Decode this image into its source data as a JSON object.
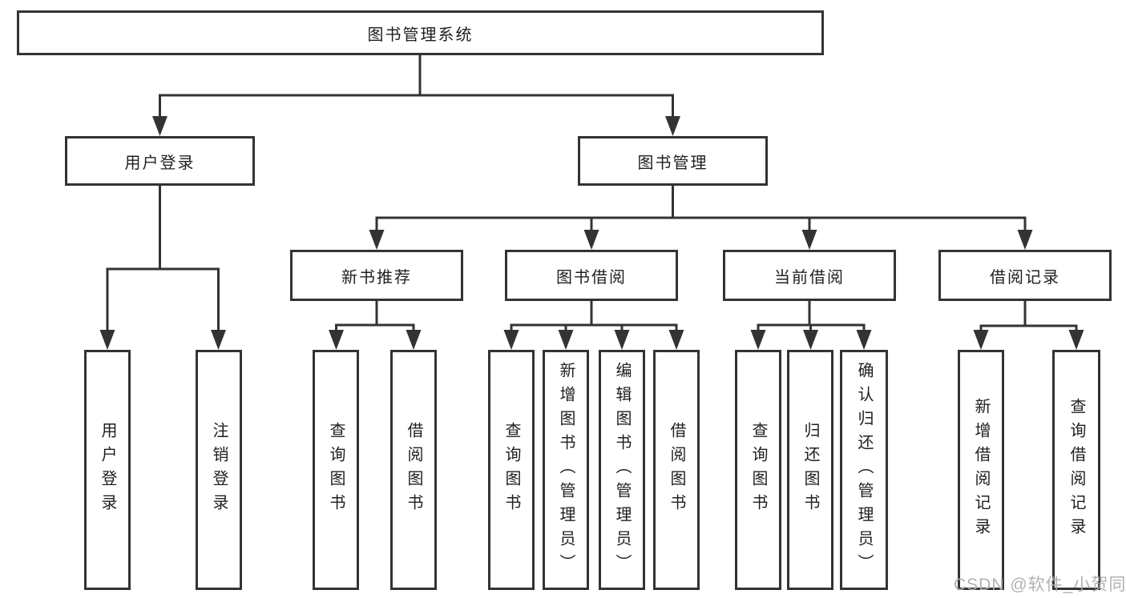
{
  "diagram": {
    "root": {
      "label": "图书管理系统"
    },
    "branches": [
      {
        "label": "用户登录",
        "children": [
          {
            "label": "用户登录"
          },
          {
            "label": "注销登录"
          }
        ]
      },
      {
        "label": "图书管理",
        "children": [
          {
            "label": "新书推荐",
            "children": [
              {
                "label": "查询图书"
              },
              {
                "label": "借阅图书"
              }
            ]
          },
          {
            "label": "图书借阅",
            "children": [
              {
                "label": "查询图书"
              },
              {
                "label": "新增图书（管理员）"
              },
              {
                "label": "编辑图书（管理员）"
              },
              {
                "label": "借阅图书"
              }
            ]
          },
          {
            "label": "当前借阅",
            "children": [
              {
                "label": "查询图书"
              },
              {
                "label": "归还图书"
              },
              {
                "label": "确认归还（管理员）"
              }
            ]
          },
          {
            "label": "借阅记录",
            "children": [
              {
                "label": "新增借阅记录"
              },
              {
                "label": "查询借阅记录"
              }
            ]
          }
        ]
      }
    ]
  },
  "watermark": "CSDN @软件_小贺同学",
  "colors": {
    "line": "#333333",
    "box_border": "#333333",
    "text": "#1f1f1f",
    "background": "#ffffff",
    "watermark": "#adadad"
  }
}
